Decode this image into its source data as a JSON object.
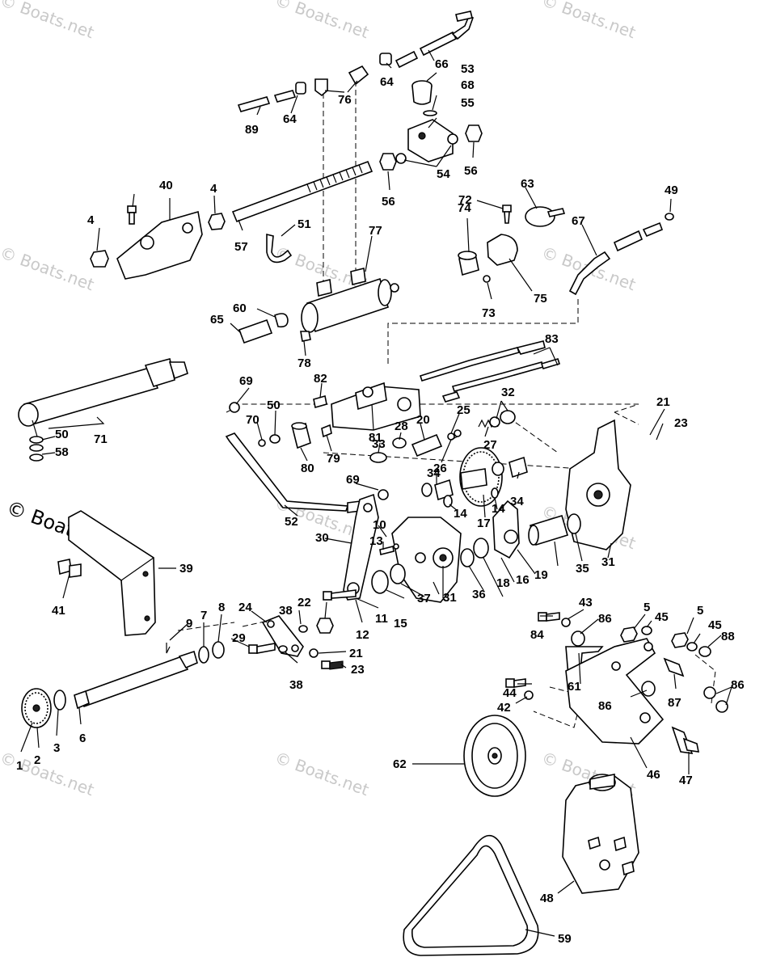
{
  "watermark": {
    "text": "© Boats.net"
  },
  "callouts": [
    {
      "id": "c1",
      "text": "1"
    },
    {
      "id": "c2",
      "text": "2"
    },
    {
      "id": "c3",
      "text": "3"
    },
    {
      "id": "c4a",
      "text": "4"
    },
    {
      "id": "c4b",
      "text": "4"
    },
    {
      "id": "c5a",
      "text": "5"
    },
    {
      "id": "c5b",
      "text": "5"
    },
    {
      "id": "c6",
      "text": "6"
    },
    {
      "id": "c7",
      "text": "7"
    },
    {
      "id": "c8",
      "text": "8"
    },
    {
      "id": "c9",
      "text": "9"
    },
    {
      "id": "c10",
      "text": "10"
    },
    {
      "id": "c11",
      "text": "11"
    },
    {
      "id": "c12",
      "text": "12"
    },
    {
      "id": "c13",
      "text": "13"
    },
    {
      "id": "c14a",
      "text": "14"
    },
    {
      "id": "c14b",
      "text": "14"
    },
    {
      "id": "c15",
      "text": "15"
    },
    {
      "id": "c16",
      "text": "16"
    },
    {
      "id": "c17",
      "text": "17"
    },
    {
      "id": "c18",
      "text": "18"
    },
    {
      "id": "c19",
      "text": "19"
    },
    {
      "id": "c20",
      "text": "20"
    },
    {
      "id": "c21a",
      "text": "21"
    },
    {
      "id": "c21b",
      "text": "21"
    },
    {
      "id": "c22",
      "text": "22"
    },
    {
      "id": "c23a",
      "text": "23"
    },
    {
      "id": "c23b",
      "text": "23"
    },
    {
      "id": "c24",
      "text": "24"
    },
    {
      "id": "c25",
      "text": "25"
    },
    {
      "id": "c26",
      "text": "26"
    },
    {
      "id": "c27",
      "text": "27"
    },
    {
      "id": "c28",
      "text": "28"
    },
    {
      "id": "c29",
      "text": "29"
    },
    {
      "id": "c30",
      "text": "30"
    },
    {
      "id": "c31a",
      "text": "31"
    },
    {
      "id": "c31b",
      "text": "31"
    },
    {
      "id": "c32",
      "text": "32"
    },
    {
      "id": "c33",
      "text": "33"
    },
    {
      "id": "c34a",
      "text": "34"
    },
    {
      "id": "c34b",
      "text": "34"
    },
    {
      "id": "c35",
      "text": "35"
    },
    {
      "id": "c36",
      "text": "36"
    },
    {
      "id": "c37",
      "text": "37"
    },
    {
      "id": "c38a",
      "text": "38"
    },
    {
      "id": "c38b",
      "text": "38"
    },
    {
      "id": "c39",
      "text": "39"
    },
    {
      "id": "c40",
      "text": "40"
    },
    {
      "id": "c41",
      "text": "41"
    },
    {
      "id": "c42",
      "text": "42"
    },
    {
      "id": "c43",
      "text": "43"
    },
    {
      "id": "c44",
      "text": "44"
    },
    {
      "id": "c45a",
      "text": "45"
    },
    {
      "id": "c45b",
      "text": "45"
    },
    {
      "id": "c46",
      "text": "46"
    },
    {
      "id": "c47",
      "text": "47"
    },
    {
      "id": "c48",
      "text": "48"
    },
    {
      "id": "c49",
      "text": "49"
    },
    {
      "id": "c50a",
      "text": "50"
    },
    {
      "id": "c50b",
      "text": "50"
    },
    {
      "id": "c51",
      "text": "51"
    },
    {
      "id": "c52",
      "text": "52"
    },
    {
      "id": "c53",
      "text": "53"
    },
    {
      "id": "c54",
      "text": "54"
    },
    {
      "id": "c55",
      "text": "55"
    },
    {
      "id": "c56a",
      "text": "56"
    },
    {
      "id": "c56b",
      "text": "56"
    },
    {
      "id": "c57",
      "text": "57"
    },
    {
      "id": "c58",
      "text": "58"
    },
    {
      "id": "c59",
      "text": "59"
    },
    {
      "id": "c60",
      "text": "60"
    },
    {
      "id": "c61",
      "text": "61"
    },
    {
      "id": "c62",
      "text": "62"
    },
    {
      "id": "c63",
      "text": "63"
    },
    {
      "id": "c64a",
      "text": "64"
    },
    {
      "id": "c64b",
      "text": "64"
    },
    {
      "id": "c65",
      "text": "65"
    },
    {
      "id": "c66",
      "text": "66"
    },
    {
      "id": "c67",
      "text": "67"
    },
    {
      "id": "c68",
      "text": "68"
    },
    {
      "id": "c69a",
      "text": "69"
    },
    {
      "id": "c69b",
      "text": "69"
    },
    {
      "id": "c70",
      "text": "70"
    },
    {
      "id": "c71",
      "text": "71"
    },
    {
      "id": "c72",
      "text": "72"
    },
    {
      "id": "c73",
      "text": "73"
    },
    {
      "id": "c74",
      "text": "74"
    },
    {
      "id": "c75",
      "text": "75"
    },
    {
      "id": "c76",
      "text": "76"
    },
    {
      "id": "c77",
      "text": "77"
    },
    {
      "id": "c78",
      "text": "78"
    },
    {
      "id": "c79",
      "text": "79"
    },
    {
      "id": "c80",
      "text": "80"
    },
    {
      "id": "c81",
      "text": "81"
    },
    {
      "id": "c82",
      "text": "82"
    },
    {
      "id": "c83",
      "text": "83"
    },
    {
      "id": "c84",
      "text": "84"
    },
    {
      "id": "c86a",
      "text": "86"
    },
    {
      "id": "c86b",
      "text": "86"
    },
    {
      "id": "c86c",
      "text": "86"
    },
    {
      "id": "c87",
      "text": "87"
    },
    {
      "id": "c88",
      "text": "88"
    },
    {
      "id": "c89",
      "text": "89"
    }
  ]
}
